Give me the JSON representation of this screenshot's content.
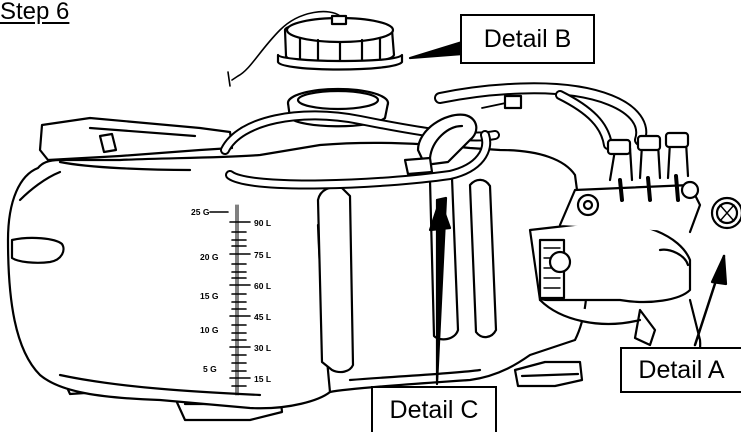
{
  "step_title": "Step 6",
  "callouts": {
    "detail_a": "Detail A",
    "detail_b": "Detail B",
    "detail_c": "Detail C"
  },
  "gauge": {
    "gallon_marks": [
      "25 G",
      "20 G",
      "15 G",
      "10 G",
      "5 G"
    ],
    "liter_marks": [
      "90 L",
      "75 L",
      "60 L",
      "45 L",
      "30 L",
      "15 L"
    ]
  }
}
